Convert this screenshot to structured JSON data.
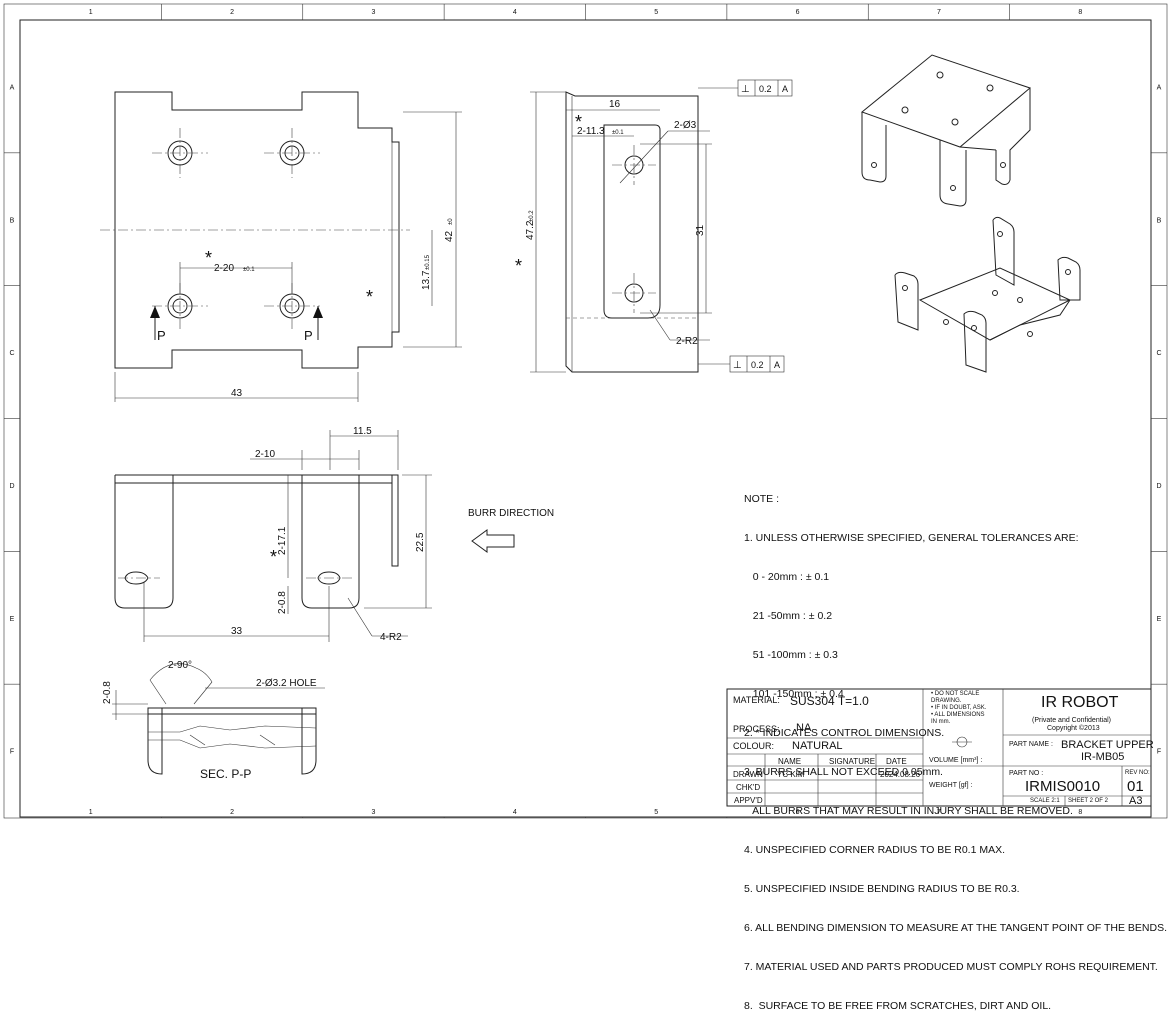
{
  "border": {
    "columns": [
      "1",
      "2",
      "3",
      "4",
      "5",
      "6",
      "7",
      "8"
    ],
    "rows": [
      "A",
      "B",
      "C",
      "D",
      "E",
      "F"
    ]
  },
  "views": {
    "front": {
      "dims": {
        "width": "43",
        "height": "42",
        "height_tol": "±0",
        "pitch": "2-20",
        "pitch_tol": "±0.1",
        "hole_height": "13.7",
        "hole_height_tol": "±0.15"
      },
      "section_labels": [
        "P",
        "P"
      ],
      "control_mark": "*"
    },
    "side": {
      "dims": {
        "top": "16",
        "offset": "2-11.3",
        "offset_tol": "±0.1",
        "hole": "2-Ø3",
        "spacing": "31",
        "height": "47.2",
        "height_tol": "±0.2",
        "radius": "2-R2"
      },
      "gdt_top": {
        "symbol": "⊥",
        "value": "0.2",
        "datum": "A"
      },
      "gdt_bottom": {
        "symbol": "⊥",
        "value": "0.2",
        "datum": "A"
      }
    },
    "flat": {
      "dims": {
        "flange": "11.5",
        "slot": "2-10",
        "hole_pos": "2-17.1",
        "edge": "2-0.8",
        "height": "22.5",
        "span": "33",
        "radius": "4-R2"
      },
      "burr_direction": "BURR DIRECTION"
    },
    "section": {
      "dims": {
        "angle": "2-90°",
        "hole": "2-Ø3.2 HOLE",
        "thickness": "2-0.8"
      },
      "label": "SEC. P-P"
    }
  },
  "notes": {
    "title": "NOTE :",
    "lines": [
      "1. UNLESS OTHERWISE SPECIFIED, GENERAL TOLERANCES ARE:",
      "   0 - 20mm : ± 0.1",
      "   21 -50mm : ± 0.2",
      "   51 -100mm : ± 0.3",
      "   101 -150mm : ± 0.4",
      "2. * INDICATES CONTROL DIMENSIONS.",
      "3. BURRS SHALL NOT EXCEED 0.05mm.",
      "   ALL BURRS THAT MAY RESULT IN INJURY SHALL BE REMOVED.",
      "4. UNSPECIFIED CORNER RADIUS TO BE R0.1 MAX.",
      "5. UNSPECIFIED INSIDE BENDING RADIUS TO BE R0.3.",
      "6. ALL BENDING DIMENSION TO MEASURE AT THE TANGENT POINT OF THE BENDS.",
      "7. MATERIAL USED AND PARTS PRODUCED MUST COMPLY ROHS REQUIREMENT.",
      "8.  SURFACE TO BE FREE FROM SCRATCHES, DIRT AND OIL."
    ]
  },
  "title_block": {
    "material_label": "MATERIAL:",
    "material": "SUS304 T=1.0",
    "process_label": "PROCESS:",
    "process": "NA",
    "colour_label": "COLOUR:",
    "colour": "NATURAL",
    "scale_notes": [
      "• DO NOT SCALE",
      "  DRAWING.",
      "• IF IN DOUBT, ASK.",
      "• ALL DIMENSIONS",
      "  IN mm."
    ],
    "company": "IR ROBOT",
    "confidential": "(Private and Confidential)",
    "copyright": "Copyright ©2013",
    "part_name_label": "PART NAME :",
    "part_name_1": "BRACKET UPPER",
    "part_name_2": "IR-MB05",
    "headers": {
      "name": "NAME",
      "signature": "SIGNATURE",
      "date": "DATE"
    },
    "rows": [
      {
        "role": "DRAWN",
        "name": "YC KIM",
        "date": "2024.08.26"
      },
      {
        "role": "CHK'D",
        "name": "",
        "date": ""
      },
      {
        "role": "APPV'D",
        "name": "",
        "date": ""
      }
    ],
    "volume_label": "VOLUME [mm³] :",
    "weight_label": "WEIGHT [gf] :",
    "part_no_label": "PART NO :",
    "part_no": "IRMIS0010",
    "rev_label": "REV NO:",
    "rev": "01",
    "scale": "SCALE  2:1",
    "sheet": "SHEET 2 OF 2",
    "size": "A3"
  }
}
